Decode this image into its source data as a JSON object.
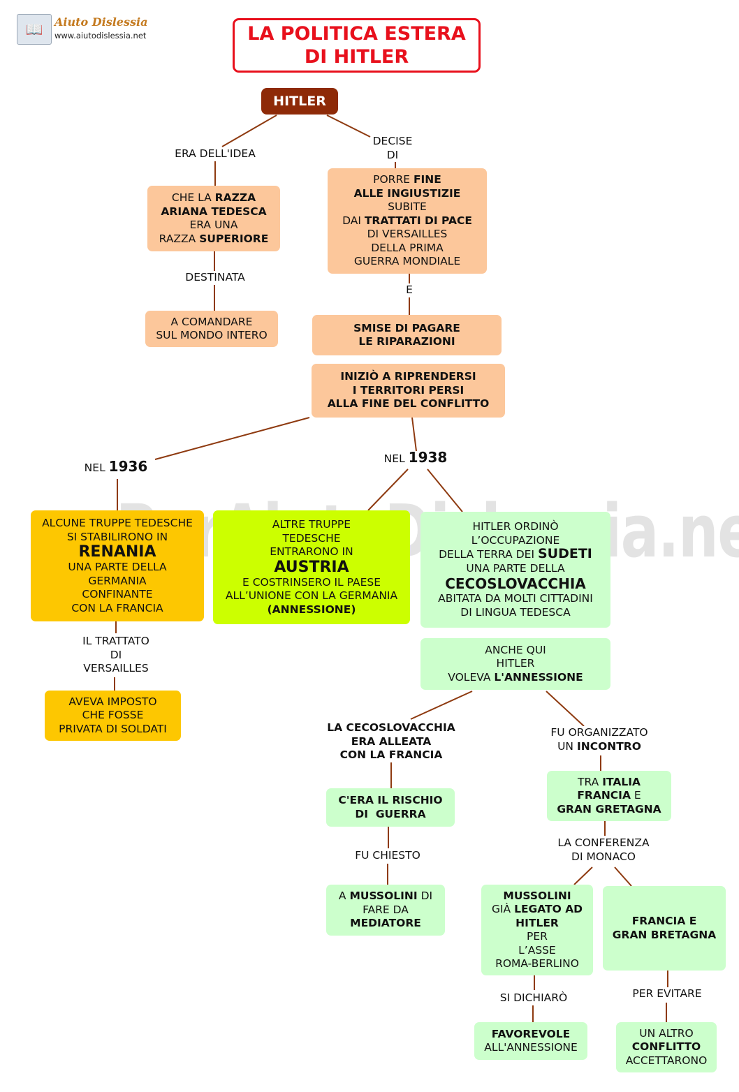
{
  "logo": {
    "brand": "Aiuto Dislessia",
    "url": "www.aiutodislessia.net",
    "icon": "book-magnifier-icon"
  },
  "watermark": "PerAiutoDislessia.net",
  "title": {
    "line1": "LA POLITICA ESTERA",
    "line2": "DI HITLER"
  },
  "root": "HITLER",
  "labels": {
    "era_idea": "ERA DELL'IDEA",
    "decise_1": "DECISE",
    "decise_2": "DI",
    "destinata": "DESTINATA",
    "e": "E",
    "nel_1936_prefix": "NEL",
    "nel_1936_year": "1936",
    "nel_1938_prefix": "NEL",
    "nel_1938_year": "1938",
    "trattato_1": "IL TRATTATO",
    "trattato_2": "DI",
    "trattato_3": "VERSAILLES",
    "fu_org_1": "FU ORGANIZZATO",
    "fu_org_2a": "UN",
    "fu_org_2b": "INCONTRO",
    "fu_chiesto": "FU CHIESTO",
    "conferenza_1": "LA CONFERENZA",
    "conferenza_2": "DI MONACO",
    "si_dichiaro": "SI DICHIARÒ",
    "per_evitare": "PER EVITARE"
  },
  "nodes": {
    "razza": {
      "l1a": "CHE LA",
      "l1b": "RAZZA",
      "l2": "ARIANA TEDESCA",
      "l3": "ERA UNA",
      "l4a": "RAZZA",
      "l4b": "SUPERIORE"
    },
    "comandare": {
      "l1": "A COMANDARE",
      "l2": "SUL MONDO INTERO"
    },
    "porre_fine": {
      "l1a": "PORRE",
      "l1b": "FINE",
      "l2": "ALLE INGIUSTIZIE",
      "l3": "SUBITE",
      "l4a": "DAI",
      "l4b": "TRATTATI DI PACE",
      "l5": "DI VERSAILLES",
      "l6": "DELLA PRIMA",
      "l7": "GUERRA MONDIALE"
    },
    "smise": {
      "l1": "SMISE DI PAGARE",
      "l2": "LE RIPARAZIONI"
    },
    "inizio": {
      "l1": "INIZIÒ A RIPRENDERSI",
      "l2": "I TERRITORI PERSI",
      "l3": "ALLA FINE DEL CONFLITTO"
    },
    "renania": {
      "l1": "ALCUNE TRUPPE TEDESCHE",
      "l2": "SI STABILIRONO IN",
      "l3": "RENANIA",
      "l4": "UNA PARTE DELLA",
      "l5": "GERMANIA",
      "l6": "CONFINANTE",
      "l7": "CON LA FRANCIA"
    },
    "imposto": {
      "l1": "AVEVA IMPOSTO",
      "l2": "CHE FOSSE",
      "l3": "PRIVATA DI SOLDATI"
    },
    "austria": {
      "l1": "ALTRE TRUPPE",
      "l2": "TEDESCHE",
      "l3": "ENTRARONO IN",
      "l4": "AUSTRIA",
      "l5": "E COSTRINSERO IL PAESE",
      "l6": "ALL’UNIONE CON LA GERMANIA",
      "l7": "(ANNESSIONE)"
    },
    "sudeti": {
      "l1": "HITLER ORDINÒ",
      "l2": "L’OCCUPAZIONE",
      "l3a": "DELLA TERRA DEI",
      "l3b": "SUDETI",
      "l4": "UNA PARTE DELLA",
      "l5": "CECOSLOVACCHIA",
      "l6": "ABITATA DA MOLTI CITTADINI",
      "l7": "DI LINGUA TEDESCA"
    },
    "anche_qui": {
      "l1": "ANCHE QUI",
      "l2": "HITLER",
      "l3a": "VOLEVA",
      "l3b": "L'ANNESSIONE"
    },
    "alleata": {
      "l1": "LA CECOSLOVACCHIA",
      "l2": "ERA ALLEATA",
      "l3": "CON LA FRANCIA"
    },
    "rischio": {
      "l1": "C'ERA IL RISCHIO",
      "l2": "DI  GUERRA"
    },
    "mussolini_med": {
      "l1a": "A",
      "l1b": "MUSSOLINI",
      "l1c": "DI",
      "l2": "FARE DA",
      "l3": "MEDIATORE"
    },
    "italia": {
      "l1a": "TRA",
      "l1b": "ITALIA",
      "l2a": "FRANCIA",
      "l2b": "E",
      "l3": "GRAN GRETAGNA"
    },
    "mussolini_leg": {
      "l1": "MUSSOLINI",
      "l2a": "GIÀ",
      "l2b": "LEGATO AD",
      "l3": "HITLER",
      "l4": "PER",
      "l5": "L’ASSE",
      "l6": "ROMA-BERLINO"
    },
    "francia_gb": {
      "l1": "FRANCIA E",
      "l2": "GRAN BRETAGNA"
    },
    "favorevole": {
      "l1": "FAVOREVOLE",
      "l2": "ALL'ANNESSIONE"
    },
    "conflitto": {
      "l1": "UN ALTRO",
      "l2": "CONFLITTO",
      "l3": "ACCETTARONO"
    }
  },
  "colors": {
    "title_red": "#e8101c",
    "root_brown": "#8e2a08",
    "line_brown": "#8e3a10",
    "peach": "#fcc79b",
    "orange": "#fdc701",
    "lime": "#ccff00",
    "mint": "#ccffcc"
  }
}
